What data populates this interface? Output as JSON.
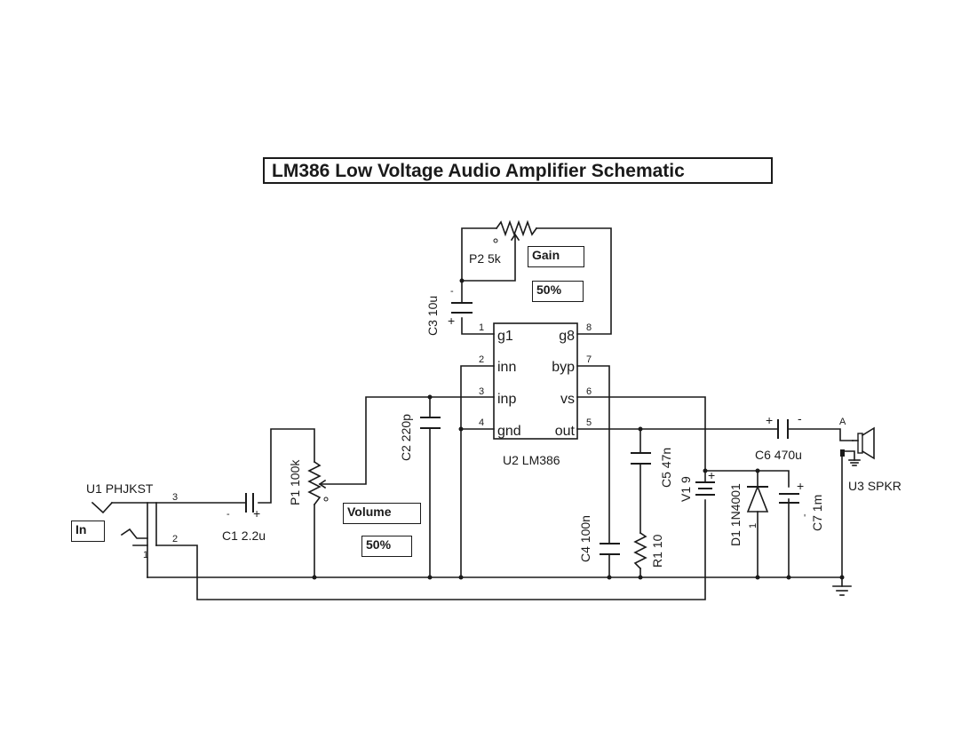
{
  "title": "LM386 Low Voltage Audio Amplifier Schematic",
  "controls": {
    "input_label": "In",
    "volume_label": "Volume",
    "volume_value": "50%",
    "gain_label": "Gain",
    "gain_value": "50%"
  },
  "components": {
    "u1": {
      "ref": "U1 PHJKST",
      "pins": [
        "1",
        "2",
        "3"
      ]
    },
    "c1": {
      "ref": "C1 2.2u",
      "neg": "-",
      "pos": "+"
    },
    "p1": {
      "ref": "P1 100k"
    },
    "c2": {
      "ref": "C2 220p"
    },
    "p2": {
      "ref": "P2 5k"
    },
    "c3": {
      "ref": "C3 10u",
      "neg": "-",
      "pos": "+"
    },
    "u2": {
      "ref": "U2 LM386",
      "left_pins": [
        {
          "num": "1",
          "name": "g1"
        },
        {
          "num": "2",
          "name": "inn"
        },
        {
          "num": "3",
          "name": "inp"
        },
        {
          "num": "4",
          "name": "gnd"
        }
      ],
      "right_pins": [
        {
          "num": "8",
          "name": "g8"
        },
        {
          "num": "7",
          "name": "byp"
        },
        {
          "num": "6",
          "name": "vs"
        },
        {
          "num": "5",
          "name": "out"
        }
      ]
    },
    "c4": {
      "ref": "C4 100n"
    },
    "c5": {
      "ref": "C5 47n"
    },
    "r1": {
      "ref": "R1 10"
    },
    "v1": {
      "ref": "V1 9",
      "pos": "+"
    },
    "d1": {
      "ref": "D1 1N4001",
      "pin": "1"
    },
    "c6": {
      "ref": "C6 470u",
      "pos": "+",
      "neg": "-"
    },
    "c7": {
      "ref": "C7 1m",
      "pos": "+",
      "neg": "-"
    },
    "u3": {
      "ref": "U3 SPKR",
      "pin": "A"
    }
  }
}
